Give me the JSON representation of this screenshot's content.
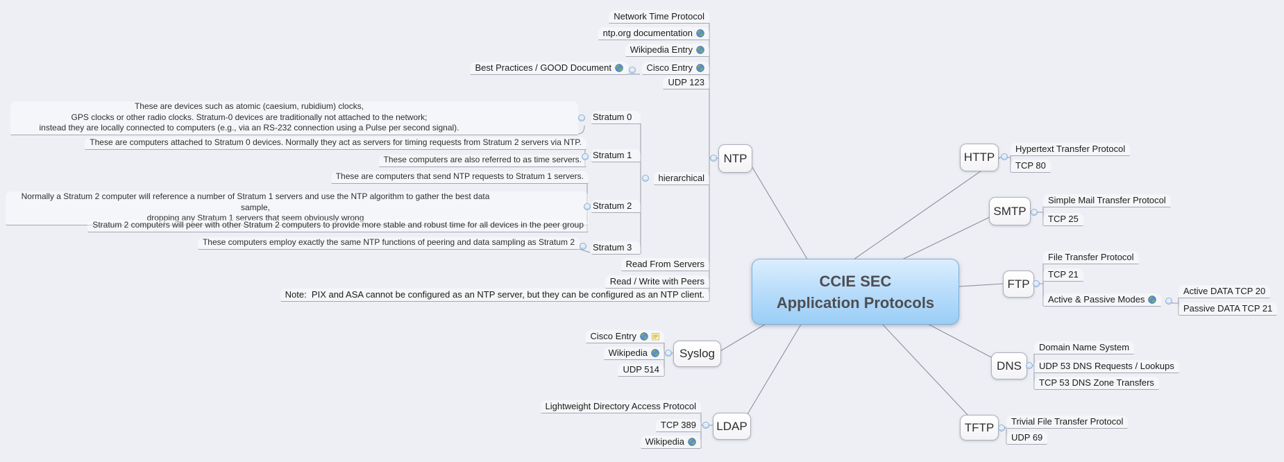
{
  "center": {
    "line1": "CCIE SEC",
    "line2": "Application Protocols"
  },
  "colors": {
    "background": "#edeff5",
    "center_fill_top": "#dceefe",
    "center_fill_bottom": "#9bcef6",
    "center_border": "#7cb0da",
    "node_fill": "#ffffff",
    "line": "#a6a6b1"
  },
  "branches": {
    "ntp": {
      "label": "NTP",
      "full_name": "Network Time Protocol",
      "doc_link": "ntp.org documentation",
      "wikipedia": "Wikipedia Entry",
      "cisco_entry": "Cisco Entry",
      "best_practices": "Best Practices / GOOD Document",
      "port": "UDP 123",
      "hierarchical": {
        "label": "hierarchical",
        "stratum0": {
          "label": "Stratum 0",
          "note": "These are devices such as atomic (caesium, rubidium) clocks,\nGPS clocks or other radio clocks. Stratum-0 devices are traditionally not attached to the network;\ninstead they are locally connected to computers (e.g., via an RS-232 connection using a Pulse per second signal)."
        },
        "stratum1": {
          "label": "Stratum 1",
          "note1": "These are computers attached to Stratum 0 devices. Normally they act as servers for timing requests from Stratum 2 servers via NTP.",
          "note2": "These computers are also referred to as time servers."
        },
        "stratum2": {
          "label": "Stratum 2",
          "note1": "These are computers that send NTP requests to Stratum 1 servers.",
          "note2": "Normally a Stratum 2 computer will reference a number of Stratum 1 servers and use the NTP algorithm to gather the best data sample,\ndropping any Stratum 1 servers that seem obviously wrong",
          "note3": "Stratum 2 computers will peer with other Stratum 2 computers to provide more stable and robust time for all devices in the peer group"
        },
        "stratum3": {
          "label": "Stratum 3",
          "note": "These computers employ exactly the same NTP functions of peering and data sampling as Stratum 2"
        }
      },
      "read_from_servers": "Read From Servers",
      "read_write_peers": "Read / Write with Peers",
      "note": "Note:  PIX and ASA cannot be configured as an NTP server, but they can be configured as an NTP client."
    },
    "http": {
      "label": "HTTP",
      "full_name": "Hypertext Transfer Protocol",
      "port": "TCP 80"
    },
    "smtp": {
      "label": "SMTP",
      "full_name": "Simple Mail Transfer Protocol",
      "port": "TCP 25"
    },
    "ftp": {
      "label": "FTP",
      "full_name": "File Transfer Protocol",
      "port": "TCP 21",
      "modes": {
        "label": "Active & Passive Modes",
        "active": "Active DATA TCP 20",
        "passive": "Passive DATA TCP 21"
      }
    },
    "dns": {
      "label": "DNS",
      "full_name": "Domain Name System",
      "udp": "UDP 53 DNS Requests / Lookups",
      "tcp": "TCP 53 DNS Zone Transfers"
    },
    "tftp": {
      "label": "TFTP",
      "full_name": "Trivial File Transfer Protocol",
      "port": "UDP 69"
    },
    "ldap": {
      "label": "LDAP",
      "full_name": "Lightweight Directory Access Protocol",
      "port": "TCP 389",
      "wikipedia": "Wikipedia"
    },
    "syslog": {
      "label": "Syslog",
      "cisco_entry": "Cisco Entry",
      "wikipedia": "Wikipedia",
      "port": "UDP 514"
    }
  }
}
